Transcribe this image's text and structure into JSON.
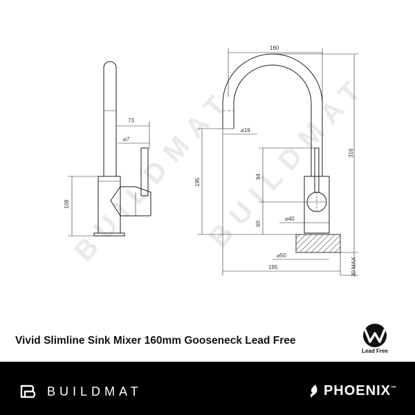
{
  "diagram": {
    "side_view": {
      "dims": {
        "spout_reach": "73",
        "lever_dia": "⌀7",
        "body_height": "108"
      }
    },
    "front_view": {
      "dims": {
        "reach": "160",
        "total_height": "316",
        "spout_dia": "⌀19",
        "spout_height": "195",
        "lever_height": "94",
        "body_dia": "⌀40",
        "base_height": "60",
        "base_dia": "⌀50",
        "footprint": "195",
        "bench_max": "30 MAX"
      }
    },
    "watermark": "BUILDMAT"
  },
  "product": {
    "title": "Vivid Slimline Sink Mixer 160mm Gooseneck Lead Free"
  },
  "certification": {
    "label": "Lead Free",
    "icon": "watermark-logo-icon"
  },
  "footer": {
    "left_brand": "BUILDMAT",
    "right_brand": "PHOENIX",
    "right_brand_mark": "™",
    "background": "#000000",
    "text_color": "#ffffff"
  }
}
